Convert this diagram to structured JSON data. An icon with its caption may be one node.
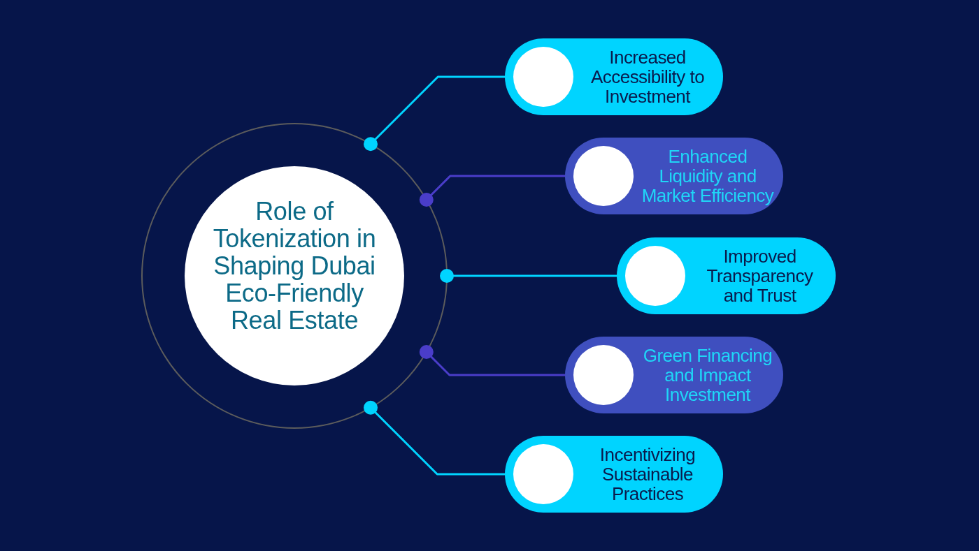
{
  "diagram": {
    "nodes": [
      {
        "text": [],
        "shape": "circle"
      },
      {
        "text": [
          "Role of Tokenization in Shaping Dubai Eco-Friendly Real Estate"
        ],
        "in": 0
      },
      {
        "text": [
          "Increased Accessibility to Investment"
        ]
      },
      {
        "text": [
          "Enhanced Liquidity and Market Efficiency"
        ]
      },
      {
        "text": [
          "Improved Transparency and Trust"
        ]
      },
      {
        "text": [
          "Green Financing and Impact Investment"
        ]
      },
      {
        "text": [
          "Incentivizing Sustainable Practices"
        ]
      }
    ],
    "edges": [
      {
        "from": 0,
        "to": 2,
        "arrow": "other"
      },
      {
        "from": 0,
        "to": 3,
        "arrow": "other",
        "color": "#4a3dc9"
      },
      {
        "from": 0,
        "to": 4,
        "arrow": "other"
      },
      {
        "from": 0,
        "to": 5,
        "arrow": "other",
        "color": "#4a3dc9"
      },
      {
        "from": 0,
        "to": 6,
        "arrow": "other"
      }
    ]
  }
}
